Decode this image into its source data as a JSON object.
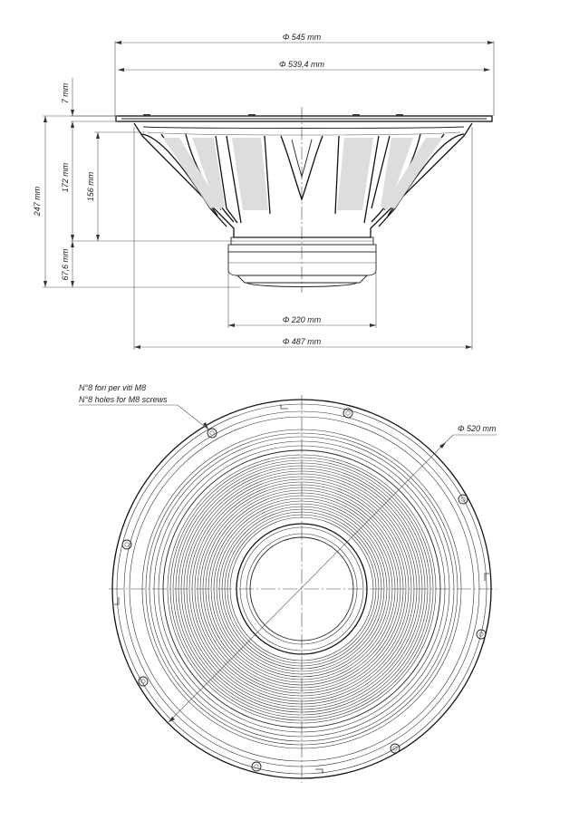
{
  "side_view": {
    "dim_overall_diameter": "Φ 545 mm",
    "dim_flange_diameter": "Φ 539,4 mm",
    "dim_flange_thickness": "7 mm",
    "dim_total_depth": "247 mm",
    "dim_basket_depth": "172 mm",
    "dim_cone_depth": "156 mm",
    "dim_magnet_depth": "67,6 mm",
    "dim_magnet_diameter": "Φ 220 mm",
    "dim_cutout_diameter": "Φ 487 mm"
  },
  "front_view": {
    "holes_note_it": "N°8 fori per viti M8",
    "holes_note_en": "N°8 holes for M8 screws",
    "dim_bolt_circle": "Φ 520 mm"
  }
}
